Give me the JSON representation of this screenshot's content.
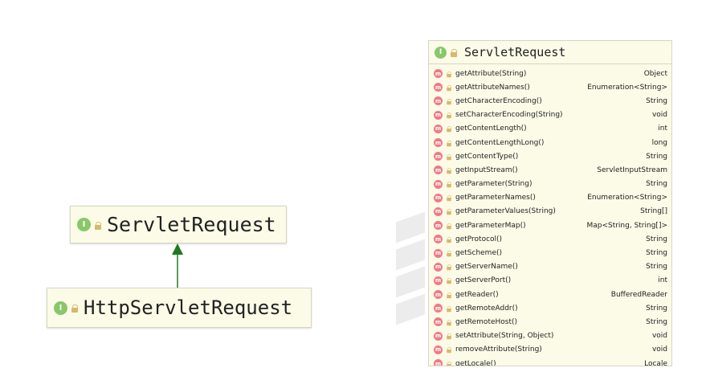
{
  "diagram": {
    "parent_node": {
      "name": "ServletRequest",
      "icon": "interface-icon"
    },
    "child_node": {
      "name": "HttpServletRequest",
      "icon": "interface-icon"
    },
    "relation": "extends",
    "arrow_color": "#1f7a1f"
  },
  "panel": {
    "title": "ServletRequest",
    "icon_label": "I",
    "method_icon_label": "m",
    "methods": [
      {
        "name": "getAttribute(String)",
        "type": "Object"
      },
      {
        "name": "getAttributeNames()",
        "type": "Enumeration<String>"
      },
      {
        "name": "getCharacterEncoding()",
        "type": "String"
      },
      {
        "name": "setCharacterEncoding(String)",
        "type": "void"
      },
      {
        "name": "getContentLength()",
        "type": "int"
      },
      {
        "name": "getContentLengthLong()",
        "type": "long"
      },
      {
        "name": "getContentType()",
        "type": "String"
      },
      {
        "name": "getInputStream()",
        "type": "ServletInputStream"
      },
      {
        "name": "getParameter(String)",
        "type": "String"
      },
      {
        "name": "getParameterNames()",
        "type": "Enumeration<String>"
      },
      {
        "name": "getParameterValues(String)",
        "type": "String[]"
      },
      {
        "name": "getParameterMap()",
        "type": "Map<String, String[]>"
      },
      {
        "name": "getProtocol()",
        "type": "String"
      },
      {
        "name": "getScheme()",
        "type": "String"
      },
      {
        "name": "getServerName()",
        "type": "String"
      },
      {
        "name": "getServerPort()",
        "type": "int"
      },
      {
        "name": "getReader()",
        "type": "BufferedReader"
      },
      {
        "name": "getRemoteAddr()",
        "type": "String"
      },
      {
        "name": "getRemoteHost()",
        "type": "String"
      },
      {
        "name": "setAttribute(String, Object)",
        "type": "void"
      },
      {
        "name": "removeAttribute(String)",
        "type": "void"
      },
      {
        "name": "getLocale()",
        "type": "Locale"
      }
    ]
  },
  "colors": {
    "node_background": "#fbfbe8",
    "interface_icon": "#89c76a",
    "method_icon": "#f07a84",
    "public_icon": "#d9b86a"
  }
}
